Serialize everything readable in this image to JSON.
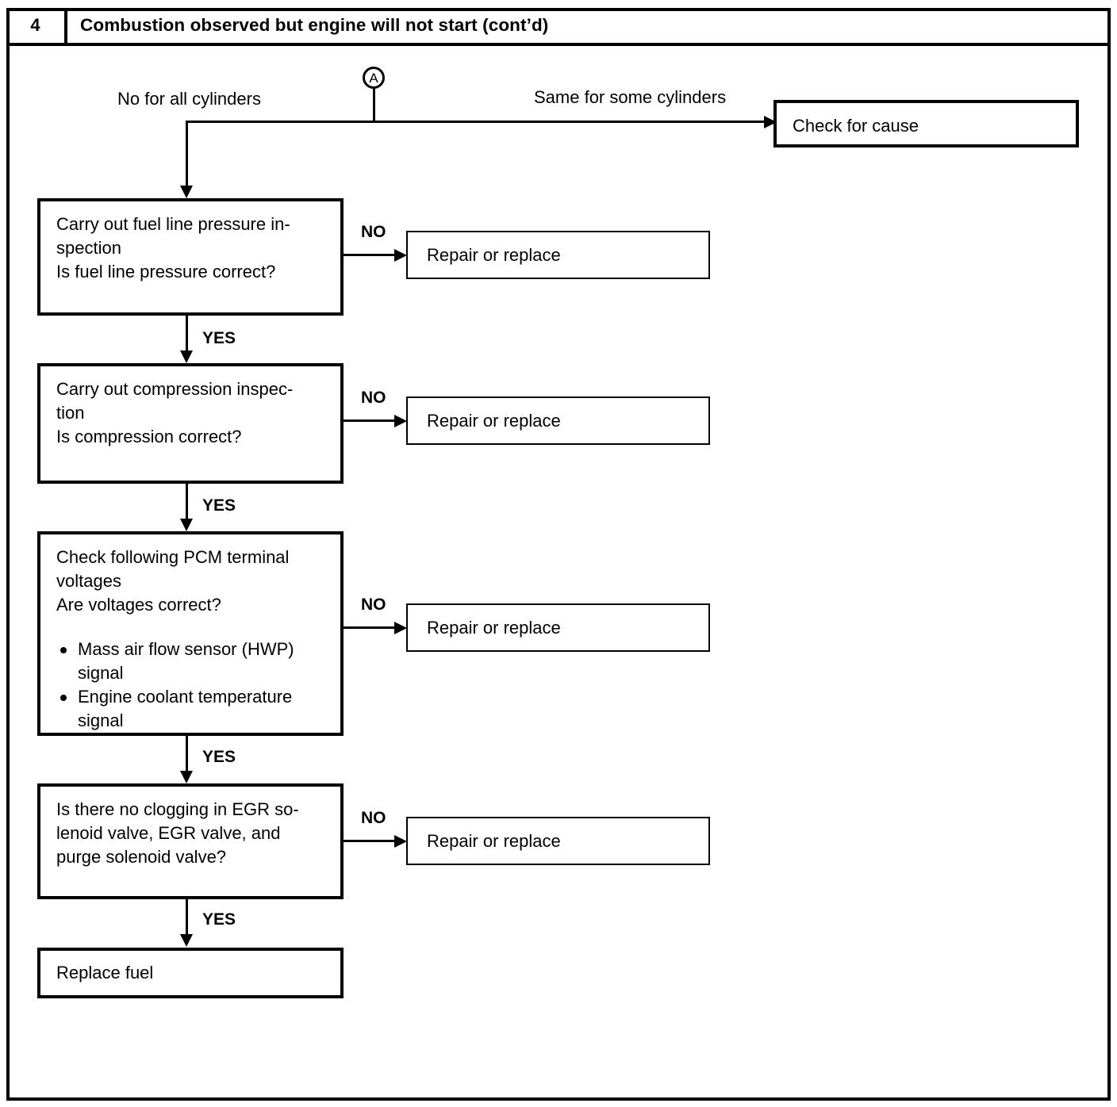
{
  "header": {
    "number": "4",
    "title": "Combustion observed but engine will not start (cont’d)"
  },
  "connector": {
    "label": "A"
  },
  "branch_labels": {
    "left": "No for all cylinders",
    "right": "Same for some cylinders"
  },
  "edge_labels": {
    "no": "NO",
    "yes": "YES"
  },
  "boxes": {
    "check_for_cause": "Check for cause",
    "step1": {
      "line1": "Carry out fuel line pressure in-",
      "line2": "spection",
      "line3": "Is fuel line pressure correct?"
    },
    "step2": {
      "line1": "Carry out compression inspec-",
      "line2": "tion",
      "line3": "Is compression correct?"
    },
    "step3": {
      "line1": "Check following PCM terminal",
      "line2": "voltages",
      "line3": "Are voltages correct?",
      "bullets": [
        "Mass air flow sensor (HWP) signal",
        "Engine coolant temperature signal"
      ]
    },
    "step4": {
      "line1": "Is there no clogging in EGR so-",
      "line2": "lenoid valve, EGR valve, and",
      "line3": "purge solenoid valve?"
    },
    "repair1": "Repair or replace",
    "repair2": "Repair or replace",
    "repair3": "Repair or replace",
    "repair4": "Repair or replace",
    "replace_fuel": "Replace fuel"
  }
}
